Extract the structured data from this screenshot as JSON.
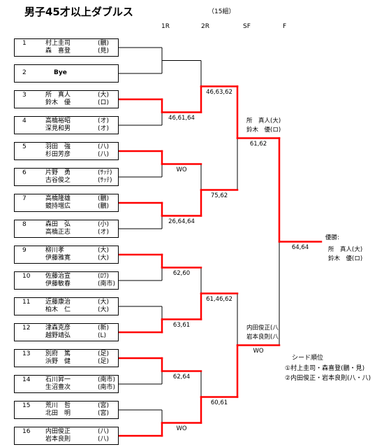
{
  "title": "男子45才以上ダブルス",
  "count": "（15組）",
  "rounds": [
    "1R",
    "2R",
    "SF",
    "F"
  ],
  "colors": {
    "winner_line": "#ff0000",
    "bracket_line": "#000000"
  },
  "entries": [
    {
      "no": "1",
      "players": [
        {
          "name": "村上圭司",
          "club": "(鵬)"
        },
        {
          "name": "森　喜登",
          "club": "(見)"
        }
      ]
    },
    {
      "no": "2",
      "bye": "Bye"
    },
    {
      "no": "3",
      "players": [
        {
          "name": "所　真人",
          "club": "(大)"
        },
        {
          "name": "鈴木　優",
          "club": "(ロ)"
        }
      ]
    },
    {
      "no": "4",
      "players": [
        {
          "name": "高橋裕昭",
          "club": "(オ)"
        },
        {
          "name": "深見和男",
          "club": "(オ)"
        }
      ]
    },
    {
      "no": "5",
      "players": [
        {
          "name": "羽田　強",
          "club": "(八)"
        },
        {
          "name": "杉田芳彦",
          "club": "(八)"
        }
      ]
    },
    {
      "no": "6",
      "players": [
        {
          "name": "片野　勇",
          "club": "(ｻｯﾃ)"
        },
        {
          "name": "古谷俊之",
          "club": "(ｻｯﾃ)"
        }
      ]
    },
    {
      "no": "7",
      "players": [
        {
          "name": "高橋隆雄",
          "club": "(鵬)"
        },
        {
          "name": "鏡持増広",
          "club": "(鵬)"
        }
      ]
    },
    {
      "no": "8",
      "players": [
        {
          "name": "森田　弘",
          "club": "(小)"
        },
        {
          "name": "高橋正志",
          "club": "(オ)"
        }
      ]
    },
    {
      "no": "9",
      "players": [
        {
          "name": "柳川孝",
          "club": "(大)"
        },
        {
          "name": "伊藤雅寛",
          "club": "(大)"
        }
      ]
    },
    {
      "no": "10",
      "players": [
        {
          "name": "佐藤治宣",
          "club": "(ﾛﾜ)"
        },
        {
          "name": "伊藤敏春",
          "club": "(南市)"
        }
      ]
    },
    {
      "no": "11",
      "players": [
        {
          "name": "近藤康治",
          "club": "(大)"
        },
        {
          "name": "柏木　仁",
          "club": "(大)"
        }
      ]
    },
    {
      "no": "12",
      "players": [
        {
          "name": "津森克彦",
          "club": "(新)"
        },
        {
          "name": "越野靖弘",
          "club": "(L)"
        }
      ]
    },
    {
      "no": "13",
      "players": [
        {
          "name": "別府　篤",
          "club": "(足)"
        },
        {
          "name": "浜野　健",
          "club": "(足)"
        }
      ]
    },
    {
      "no": "14",
      "players": [
        {
          "name": "石川昇一",
          "club": "(南市)"
        },
        {
          "name": "生沼豊次",
          "club": "(南市)"
        }
      ]
    },
    {
      "no": "15",
      "players": [
        {
          "name": "荒川　哲",
          "club": "(宮)"
        },
        {
          "name": "北田　明",
          "club": "(宮)"
        }
      ]
    },
    {
      "no": "16",
      "players": [
        {
          "name": "内田俊正",
          "club": "(八)"
        },
        {
          "name": "岩本良則",
          "club": "(八)"
        }
      ]
    }
  ],
  "results": {
    "r1": [
      {
        "winner": null
      },
      {
        "score": "46,61,64",
        "winner": 0
      },
      {
        "score": "WO",
        "winner": 0
      },
      {
        "score": "26,64,64",
        "winner": 0
      },
      {
        "score": "62,60",
        "winner": 0
      },
      {
        "score": "63,61",
        "winner": 1
      },
      {
        "score": "62,64",
        "winner": 0
      },
      {
        "score": "WO",
        "winner": 1
      }
    ],
    "r2": [
      {
        "score": "46,63,62",
        "winner": 1
      },
      {
        "score": "75,62",
        "winner": 1
      },
      {
        "score": "61,46,62",
        "winner": 1
      },
      {
        "score": "60,61",
        "winner": 1
      }
    ],
    "sf": [
      {
        "score": "61,62",
        "winner": 0,
        "label": [
          "所　真人(大)",
          "鈴木　優(ロ)"
        ]
      },
      {
        "score": "WO",
        "winner": 1,
        "label": [
          "内田俊正(八",
          "岩本良則(八"
        ]
      }
    ],
    "f": [
      {
        "score": "64,64",
        "winner": 0
      }
    ]
  },
  "champion": {
    "label": "優勝:",
    "lines": [
      "所　真人(大)",
      "鈴木　優(ロ)"
    ]
  },
  "seeds": {
    "title": "シード順位",
    "items": [
      "①村上圭司・森喜登(鵬・見)",
      "②内田俊正・岩本良則(八・八)"
    ]
  }
}
